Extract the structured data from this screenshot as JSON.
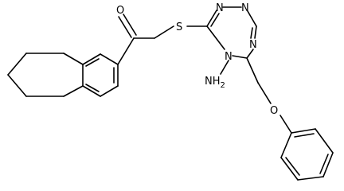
{
  "molecule": {
    "atom_labels": {
      "carbonyl_oxygen": "O",
      "sulfur": "S",
      "ring_nitrogen_top_left": "N",
      "ring_nitrogen_top_right": "N",
      "ring_nitrogen_right": "N",
      "ring_nitrogen_bottom": "N",
      "amino_group": "NH",
      "amino_subscript": "2",
      "ether_oxygen": "O"
    },
    "colors": {
      "bond": "#000000",
      "label": "#000000",
      "background": "#ffffff"
    }
  }
}
